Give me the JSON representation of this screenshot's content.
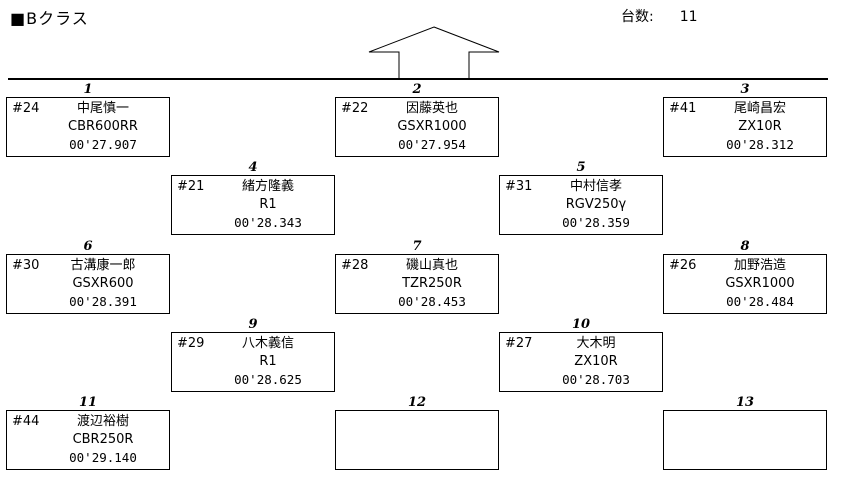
{
  "header": {
    "title": "■Bクラス",
    "count_label": "台数:",
    "count_value": "11"
  },
  "entries": [
    {
      "position": "1",
      "number": "#24",
      "rider": "中尾慎一",
      "machine": "CBR600RR",
      "time": "00'27.907"
    },
    {
      "position": "2",
      "number": "#22",
      "rider": "因藤英也",
      "machine": "GSXR1000",
      "time": "00'27.954"
    },
    {
      "position": "3",
      "number": "#41",
      "rider": "尾崎昌宏",
      "machine": "ZX10R",
      "time": "00'28.312"
    },
    {
      "position": "4",
      "number": "#21",
      "rider": "緒方隆義",
      "machine": "R1",
      "time": "00'28.343"
    },
    {
      "position": "5",
      "number": "#31",
      "rider": "中村信孝",
      "machine": "RGV250γ",
      "time": "00'28.359"
    },
    {
      "position": "6",
      "number": "#30",
      "rider": "古溝康一郎",
      "machine": "GSXR600",
      "time": "00'28.391"
    },
    {
      "position": "7",
      "number": "#28",
      "rider": "磯山真也",
      "machine": "TZR250R",
      "time": "00'28.453"
    },
    {
      "position": "8",
      "number": "#26",
      "rider": "加野浩造",
      "machine": "GSXR1000",
      "time": "00'28.484"
    },
    {
      "position": "9",
      "number": "#29",
      "rider": "八木義信",
      "machine": "R1",
      "time": "00'28.625"
    },
    {
      "position": "10",
      "number": "#27",
      "rider": "大木明",
      "machine": "ZX10R",
      "time": "00'28.703"
    },
    {
      "position": "11",
      "number": "#44",
      "rider": "渡辺裕樹",
      "machine": "CBR250R",
      "time": "00'29.140"
    },
    {
      "position": "12",
      "number": "",
      "rider": "",
      "machine": "",
      "time": ""
    },
    {
      "position": "13",
      "number": "",
      "rider": "",
      "machine": "",
      "time": ""
    }
  ]
}
